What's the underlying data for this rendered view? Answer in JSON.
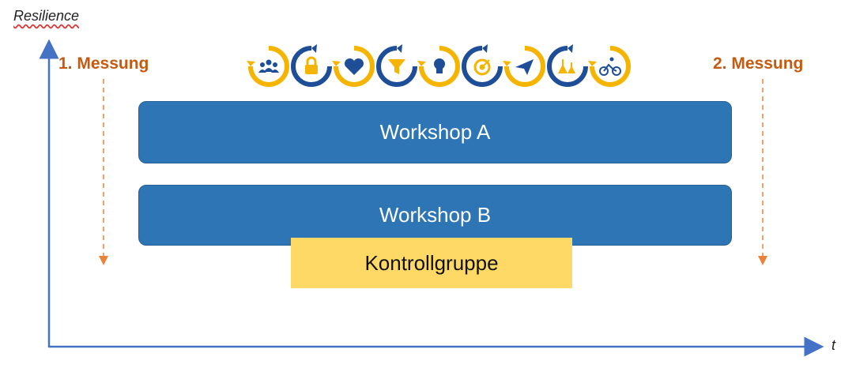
{
  "axes": {
    "y_label": "Resilience",
    "x_label": "t"
  },
  "measurements": {
    "first": "1. Messung",
    "second": "2. Messung"
  },
  "workshops": {
    "a": "Workshop A",
    "b": "Workshop B"
  },
  "control_group": "Kontrollgruppe",
  "colors": {
    "axis": "#4472c4",
    "workshop": "#2e75b6",
    "control": "#ffd966",
    "measure": "#c55a11",
    "cycle_yellow": "#f5b400",
    "cycle_blue": "#1f4e99"
  },
  "cycle_icons": [
    {
      "name": "people-group-icon",
      "ring": "yellow"
    },
    {
      "name": "lock-icon",
      "ring": "blue"
    },
    {
      "name": "heart-icon",
      "ring": "yellow"
    },
    {
      "name": "funnel-icon",
      "ring": "blue"
    },
    {
      "name": "lightbulb-icon",
      "ring": "yellow"
    },
    {
      "name": "target-icon",
      "ring": "blue"
    },
    {
      "name": "paper-plane-icon",
      "ring": "yellow"
    },
    {
      "name": "lab-flasks-icon",
      "ring": "blue"
    },
    {
      "name": "cyclist-icon",
      "ring": "yellow"
    }
  ]
}
